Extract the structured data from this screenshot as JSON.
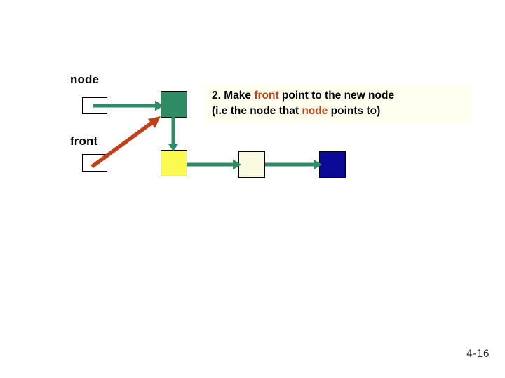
{
  "slide": {
    "background_color": "#ffffff",
    "page_number": "4-16"
  },
  "labels": {
    "node": "node",
    "front": "front"
  },
  "callout": {
    "background_color": "#fffff0",
    "highlight_color": "#b8431c",
    "line1_part1": "2. Make ",
    "line1_highlight": "front",
    "line1_part2": " point to the new node",
    "line2_part1": "(i.e the node that ",
    "line2_highlight": "node",
    "line2_part2": " points to)"
  },
  "nodes": [
    {
      "name": "node-pointer-cell",
      "fill": "#ffffff"
    },
    {
      "name": "front-pointer-cell",
      "fill": "#ffffff"
    },
    {
      "name": "new-node-cell",
      "fill": "#2e8b63"
    },
    {
      "name": "queue-cell-1",
      "fill": "#fafa50"
    },
    {
      "name": "queue-cell-2",
      "fill": "#fafae1"
    },
    {
      "name": "queue-cell-3",
      "fill": "#0a0a96"
    }
  ],
  "arrows": {
    "green_color": "#2e8b63",
    "red_color": "#c0401a",
    "items": [
      {
        "name": "node-to-new-node-arrow",
        "color": "#2e8b63",
        "direction": "right"
      },
      {
        "name": "new-node-to-queue1-arrow",
        "color": "#2e8b63",
        "direction": "down"
      },
      {
        "name": "queue1-to-queue2-arrow",
        "color": "#2e8b63",
        "direction": "right"
      },
      {
        "name": "queue2-to-queue3-arrow",
        "color": "#2e8b63",
        "direction": "right"
      },
      {
        "name": "front-to-new-node-arrow",
        "color": "#c0401a",
        "direction": "up-right"
      }
    ]
  }
}
